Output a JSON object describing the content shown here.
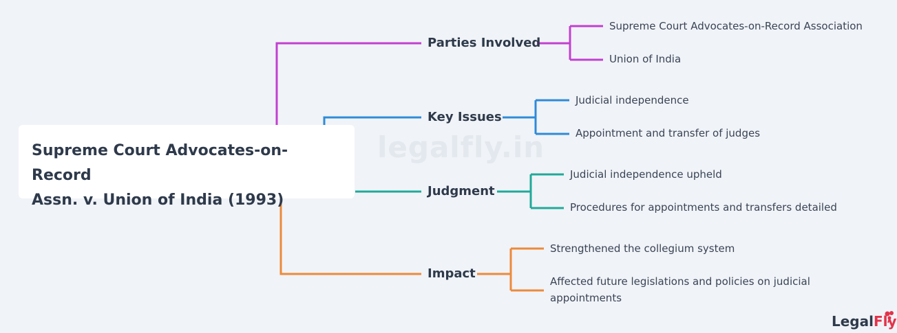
{
  "root": {
    "title_line1": "Supreme Court Advocates-on-Record",
    "title_line2": "Assn. v. Union of India (1993)"
  },
  "watermark": "legalfly.in",
  "branches": [
    {
      "label": "Parties Involved",
      "color": "#c23fd1",
      "children": [
        "Supreme Court Advocates-on-Record Association",
        "Union of India"
      ]
    },
    {
      "label": "Key Issues",
      "color": "#2e8bd8",
      "children": [
        "Judicial independence",
        "Appointment and transfer of judges"
      ]
    },
    {
      "label": "Judgment",
      "color": "#20a99a",
      "children": [
        "Judicial independence upheld",
        "Procedures for appointments and transfers detailed"
      ]
    },
    {
      "label": "Impact",
      "color": "#ec8a3a",
      "children": [
        "Strengthened the collegium system",
        "Affected future legislations and policies on judicial",
        "appointments"
      ]
    }
  ],
  "logo": {
    "legal": "Legal",
    "fly": "Fly",
    "accent": "#e3324a"
  }
}
